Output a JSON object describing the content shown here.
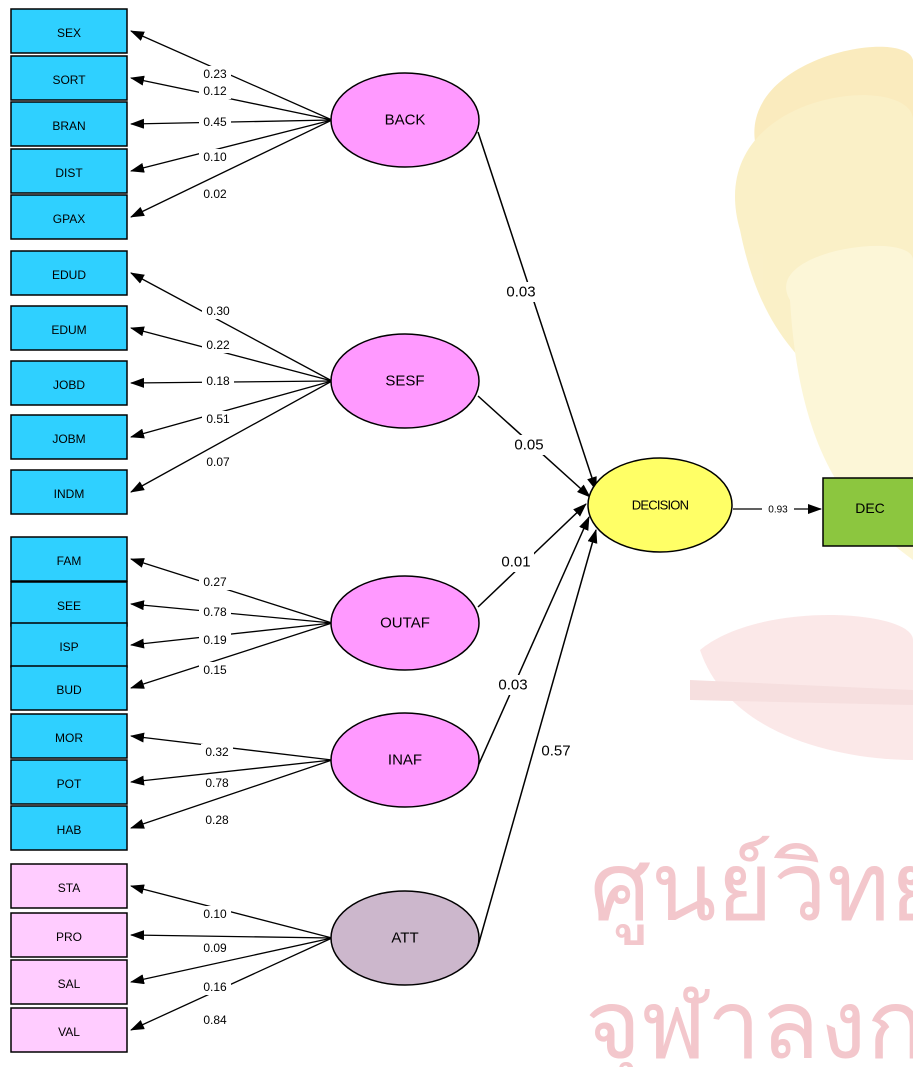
{
  "watermark": {
    "line1": "ศูนย์วิทย",
    "line2": "จุฬาลงกรณ์",
    "color": "#f3c7cc"
  },
  "colors": {
    "indicator_blue": "#2fd0ff",
    "indicator_pink": "#ffccff",
    "latent_pink": "#ff99ff",
    "latent_gray": "#ccb7cc",
    "decision_yellow": "#ffff66",
    "outcome_green": "#8cc63f"
  },
  "groups": [
    {
      "latent": "BACK",
      "indicators": [
        {
          "name": "SEX",
          "loading": "0.23"
        },
        {
          "name": "SORT",
          "loading": "0.12"
        },
        {
          "name": "BRAN",
          "loading": "0.45"
        },
        {
          "name": "DIST",
          "loading": "0.10"
        },
        {
          "name": "GPAX",
          "loading": "0.02"
        }
      ],
      "path": "0.03"
    },
    {
      "latent": "SESF",
      "indicators": [
        {
          "name": "EDUD",
          "loading": "0.30"
        },
        {
          "name": "EDUM",
          "loading": "0.22"
        },
        {
          "name": "JOBD",
          "loading": "0.18"
        },
        {
          "name": "JOBM",
          "loading": "0.51"
        },
        {
          "name": "INDM",
          "loading": "0.07"
        }
      ],
      "path": "0.05"
    },
    {
      "latent": "OUTAF",
      "indicators": [
        {
          "name": "FAM",
          "loading": "0.27"
        },
        {
          "name": "SEE",
          "loading": "0.78"
        },
        {
          "name": "ISP",
          "loading": "0.19"
        },
        {
          "name": "BUD",
          "loading": "0.15"
        }
      ],
      "path": "0.01"
    },
    {
      "latent": "INAF",
      "indicators": [
        {
          "name": "MOR",
          "loading": "0.32"
        },
        {
          "name": "POT",
          "loading": "0.78"
        },
        {
          "name": "HAB",
          "loading": "0.28"
        }
      ],
      "path": "0.03"
    },
    {
      "latent": "ATT",
      "indicators": [
        {
          "name": "STA",
          "loading": "0.10"
        },
        {
          "name": "PRO",
          "loading": "0.09"
        },
        {
          "name": "SAL",
          "loading": "0.16"
        },
        {
          "name": "VAL",
          "loading": "0.84"
        }
      ],
      "path": "0.57"
    }
  ],
  "decision": {
    "label": "DECISION"
  },
  "outcome": {
    "label": "DEC",
    "loading": "0.93"
  }
}
